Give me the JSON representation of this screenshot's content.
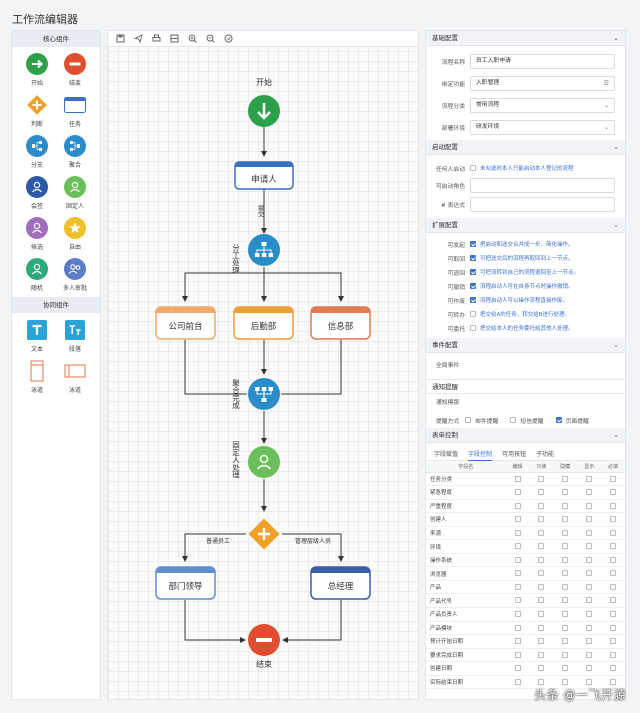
{
  "app": {
    "title": "工作流编辑器"
  },
  "palette": {
    "core_header": "核心组件",
    "core_items": [
      {
        "label": "开始",
        "icon": "arrow-right-icon",
        "color": "#2ca14a",
        "kind": "arrow"
      },
      {
        "label": "结束",
        "icon": "minus-icon",
        "color": "#e04e2f",
        "kind": "minus"
      },
      {
        "label": "判断",
        "icon": "gateway-plus-icon",
        "color": "#f0a02b",
        "kind": "diamond"
      },
      {
        "label": "任务",
        "icon": "task-icon",
        "color": "#3b6fc0",
        "kind": "task"
      },
      {
        "label": "分支",
        "icon": "branch-icon",
        "color": "#2a8cc8",
        "kind": "branch"
      },
      {
        "label": "聚合",
        "icon": "merge-icon",
        "color": "#2a8cc8",
        "kind": "merge"
      },
      {
        "label": "会签",
        "icon": "countersign-user-icon",
        "color": "#2d5aa8",
        "kind": "user"
      },
      {
        "label": "固定人",
        "icon": "fixed-user-icon",
        "color": "#6abf5a",
        "kind": "user"
      },
      {
        "label": "候选",
        "icon": "candidate-user-icon",
        "color": "#a06fbe",
        "kind": "user"
      },
      {
        "label": "自由",
        "icon": "free-star-icon",
        "color": "#f0c02a",
        "kind": "star"
      },
      {
        "label": "随机",
        "icon": "random-user-icon",
        "color": "#2eaa7a",
        "kind": "user"
      },
      {
        "label": "多人审批",
        "icon": "multi-approval-icon",
        "color": "#5b7dc8",
        "kind": "multi"
      }
    ],
    "collab_header": "协同组件",
    "collab_items": [
      {
        "label": "文本",
        "icon": "text-icon",
        "color": "#2aa3d8",
        "kind": "text"
      },
      {
        "label": "段落",
        "icon": "paragraph-icon",
        "color": "#2aa3d8",
        "kind": "para"
      },
      {
        "label": "泳道",
        "icon": "swimlane-vertical-icon",
        "color": "#e07a50",
        "kind": "laneV"
      },
      {
        "label": "泳道",
        "icon": "swimlane-horizontal-icon",
        "color": "#e07a50",
        "kind": "laneH"
      }
    ]
  },
  "toolbar": {
    "tools": [
      "save-icon",
      "send-icon",
      "print-icon",
      "fit-icon",
      "zoom-in-icon",
      "zoom-out-icon",
      "reset-icon"
    ]
  },
  "flow": {
    "start_label": "开始",
    "task_applicant": "申请人",
    "edge_submit": "提交",
    "split_label": "分工处理",
    "task_front_desk": "公司前台",
    "task_logistics": "后勤部",
    "task_info_dept": "信息部",
    "merge_label": "聚合完成",
    "fixed_label": "固定人处理",
    "edge_normal": "普通员工",
    "edge_manager": "管理层级人员",
    "task_dept_leader": "部门领导",
    "task_gm": "总经理",
    "end_label": "结束",
    "colors": {
      "start": "#2ca14a",
      "end": "#e04e2f",
      "gateway": "#f0a02b",
      "split": "#2a8cc8",
      "fixed_user": "#6abf5a",
      "task_blue": "#3b6fc0",
      "task_orange": "#f29c38",
      "task_salmon": "#e07a50",
      "task_light_blue": "#5f8fd0"
    }
  },
  "props": {
    "basic": {
      "header": "基础配置",
      "fields": [
        {
          "label": "流程名称",
          "value": "员工入职申请",
          "control": "text"
        },
        {
          "label": "绑定功能",
          "value": "入职管理",
          "control": "list"
        },
        {
          "label": "流程分类",
          "value": "常用流程",
          "control": "select"
        },
        {
          "label": "部署环境",
          "value": "研发环境",
          "control": "select"
        }
      ]
    },
    "launch": {
      "header": "启动配置",
      "anyone_label": "任何人启动",
      "anyone_desc": "未勾选时本人只能启动本人登记的流程",
      "role_label": "可启动角色",
      "role_value": "",
      "expr_label": "# 表达式",
      "expr_value": ""
    },
    "extend": {
      "header": "扩展配置",
      "items": [
        {
          "label": "可发起",
          "desc": "把启动和送交合并成一步，简化操作。",
          "checked": true
        },
        {
          "label": "可取回",
          "desc": "可把送交后的流程再取回到上一节点。",
          "checked": true
        },
        {
          "label": "可退回",
          "desc": "可把流转到自己的流程退回至上一节点。",
          "checked": true
        },
        {
          "label": "可撤销",
          "desc": "流程启动人可在自身节点时操作撤销。",
          "checked": true
        },
        {
          "label": "可作废",
          "desc": "流程启动人可以操作流程直接作废。",
          "checked": true
        },
        {
          "label": "可转办",
          "desc": "把交给A的任务，转交给B进行处理。",
          "checked": false
        },
        {
          "label": "可委托",
          "desc": "把交给本人的任务委托给其他人处理。",
          "checked": false
        }
      ]
    },
    "events": {
      "header": "事件配置",
      "global": "全局事件"
    },
    "notify": {
      "header": "通知提醒",
      "template_label": "通知模版",
      "method_label": "提醒方式",
      "methods": [
        {
          "label": "邮件提醒",
          "checked": false
        },
        {
          "label": "短信提醒",
          "checked": false
        },
        {
          "label": "页面提醒",
          "checked": true
        }
      ]
    },
    "form": {
      "header": "表单控制",
      "tabs": [
        {
          "label": "字段赋值",
          "active": false
        },
        {
          "label": "字段控制",
          "active": true
        },
        {
          "label": "可用按钮",
          "active": false
        },
        {
          "label": "子功能",
          "active": false
        }
      ],
      "columns": [
        "字段名",
        "编辑",
        "只读",
        "隐藏",
        "显示",
        "必填"
      ],
      "rows": [
        "任务分类",
        "紧急程度",
        "严重程度",
        "创建人",
        "来源",
        "环境",
        "操作系统",
        "浏览器",
        "产品",
        "产品代号",
        "产品负责人",
        "产品模块",
        "预计开始日期",
        "要求完成日期",
        "创建日期",
        "实际结束日期"
      ]
    }
  },
  "watermark": "头条 @一飞开源"
}
